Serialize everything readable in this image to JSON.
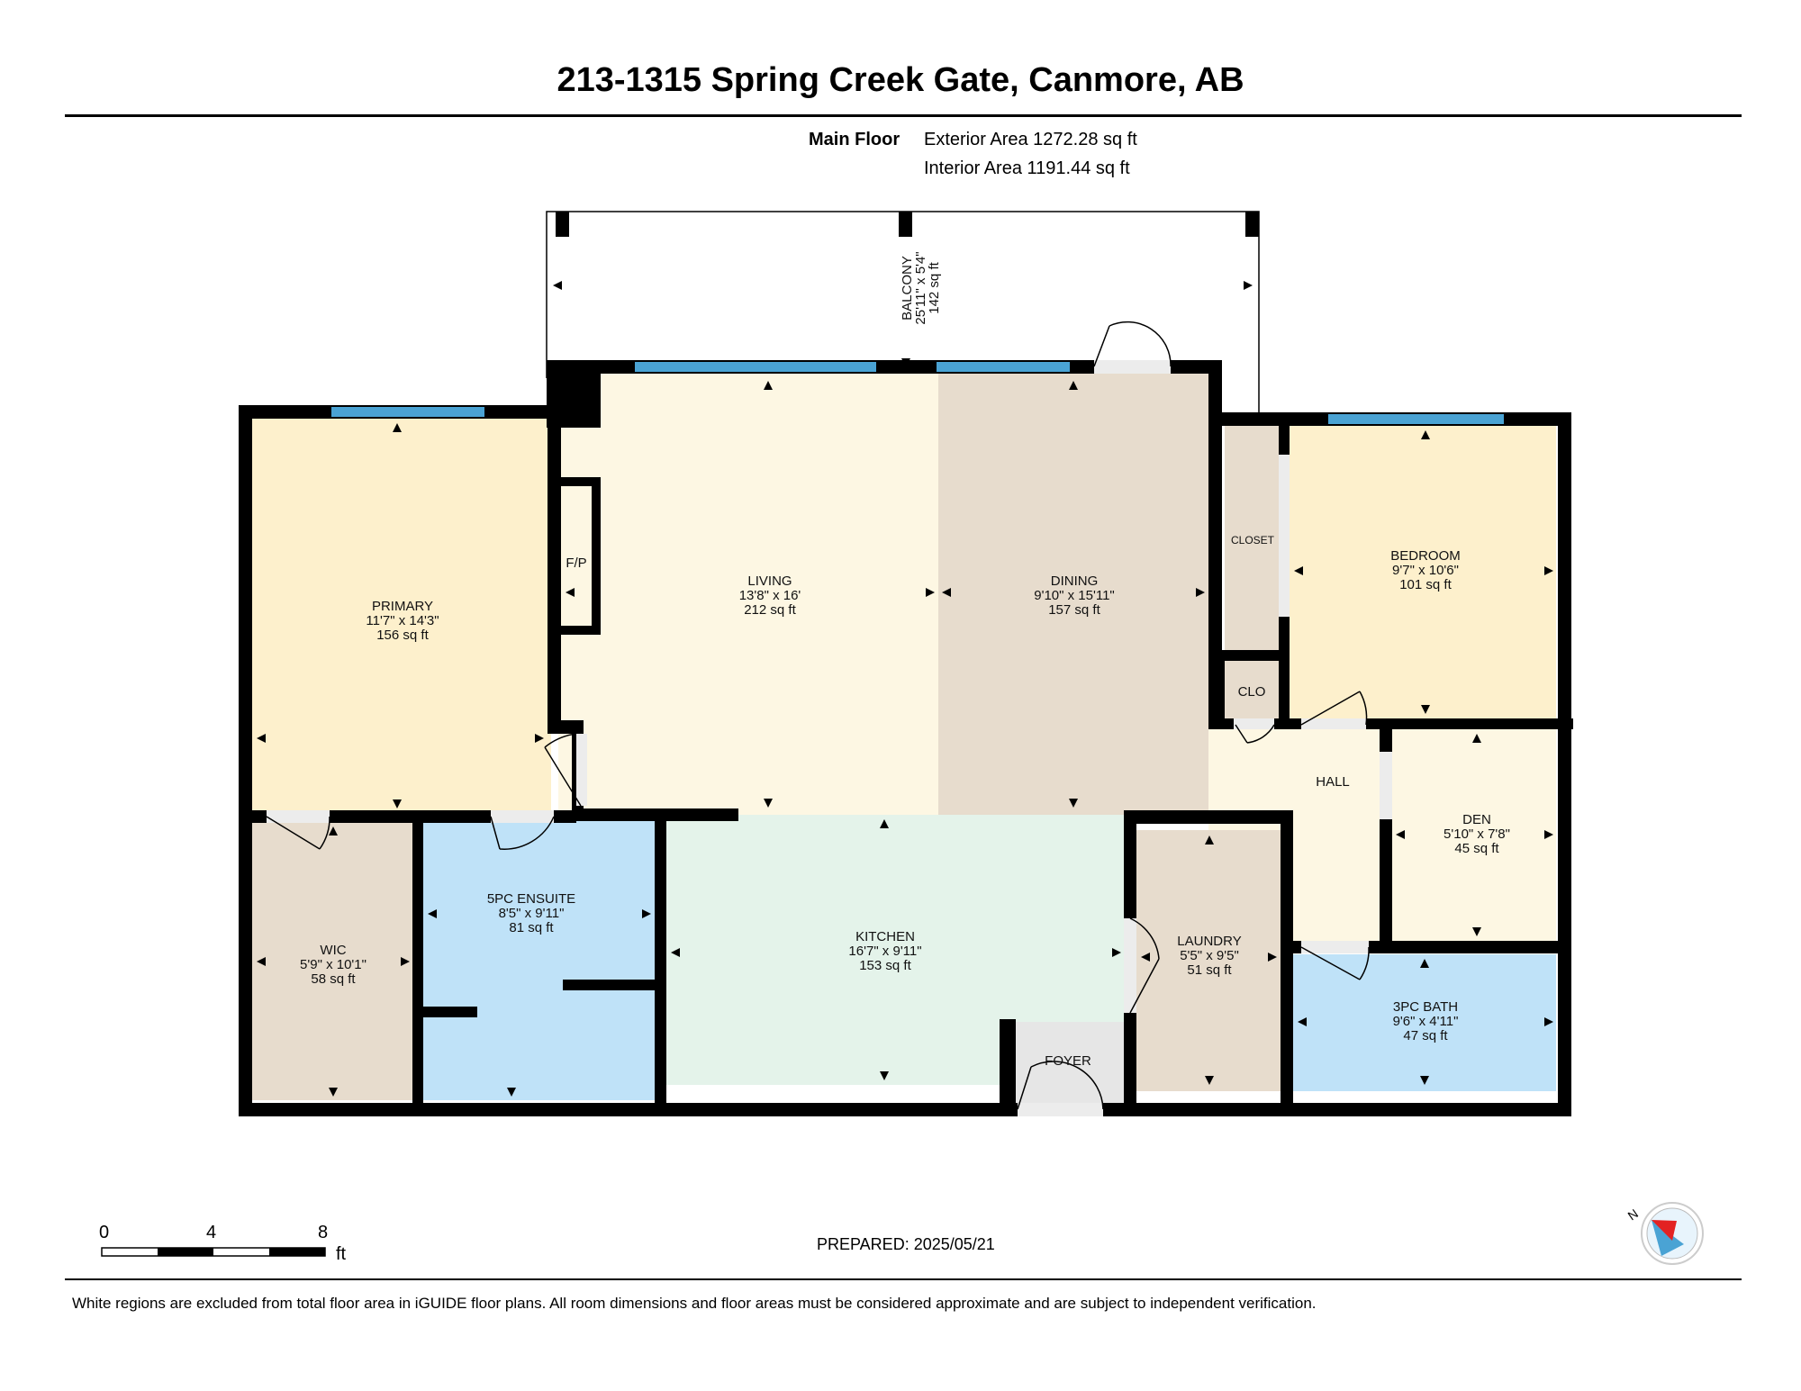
{
  "title": "213-1315 Spring Creek Gate, Canmore, AB",
  "floor": {
    "name": "Main Floor",
    "exterior_area": "Exterior Area 1272.28 sq ft",
    "interior_area": "Interior Area 1191.44 sq ft"
  },
  "rooms": {
    "balcony": {
      "name": "BALCONY",
      "dims": "25'11\" x 5'4\"",
      "area": "142 sq ft"
    },
    "primary": {
      "name": "PRIMARY",
      "dims": "11'7\" x 14'3\"",
      "area": "156 sq ft"
    },
    "fp": {
      "name": "F/P"
    },
    "living": {
      "name": "LIVING",
      "dims": "13'8\" x 16'",
      "area": "212 sq ft"
    },
    "dining": {
      "name": "DINING",
      "dims": "9'10\" x 15'11\"",
      "area": "157 sq ft"
    },
    "closet": {
      "name": "CLOSET"
    },
    "clo": {
      "name": "CLO"
    },
    "bedroom": {
      "name": "BEDROOM",
      "dims": "9'7\" x 10'6\"",
      "area": "101 sq ft"
    },
    "hall": {
      "name": "HALL"
    },
    "den": {
      "name": "DEN",
      "dims": "5'10\" x 7'8\"",
      "area": "45 sq ft"
    },
    "wic": {
      "name": "WIC",
      "dims": "5'9\" x 10'1\"",
      "area": "58 sq ft"
    },
    "ensuite": {
      "name": "5PC ENSUITE",
      "dims": "8'5\" x 9'11\"",
      "area": "81 sq ft"
    },
    "kitchen": {
      "name": "KITCHEN",
      "dims": "16'7\" x 9'11\"",
      "area": "153 sq ft"
    },
    "laundry": {
      "name": "LAUNDRY",
      "dims": "5'5\" x 9'5\"",
      "area": "51 sq ft"
    },
    "foyer": {
      "name": "FOYER"
    },
    "bath": {
      "name": "3PC BATH",
      "dims": "9'6\" x 4'11\"",
      "area": "47 sq ft"
    }
  },
  "scale": {
    "ticks": [
      "0",
      "4",
      "8"
    ],
    "unit": "ft"
  },
  "compass": {
    "label": "N"
  },
  "prepared": "PREPARED: 2025/05/21",
  "footer": "White regions are excluded from total floor area in iGUIDE floor plans. All room dimensions and floor areas must be considered approximate and are subject to independent verification.",
  "colors": {
    "primary": "#fdf0cc",
    "living": "#fdf7e3",
    "dining": "#e7dccd",
    "bedroom": "#fdf0cc",
    "den": "#fdf7e3",
    "hall": "#fdf7e3",
    "wic": "#e7dccd",
    "ensuite": "#bfe2f8",
    "bath": "#bfe2f8",
    "kitchen": "#e4f3ea",
    "laundry": "#e7dccd",
    "foyer": "#e6e6e6",
    "closet": "#e7dccd",
    "window": "#4aa3d4",
    "wall": "#000000"
  }
}
